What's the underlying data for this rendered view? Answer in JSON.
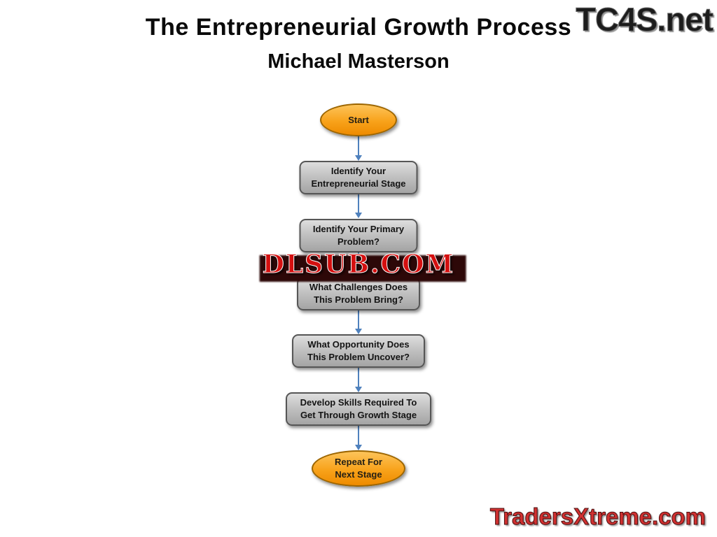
{
  "title": "The Entrepreneurial Growth Process",
  "subtitle": "Michael Masterson",
  "watermarks": {
    "top_right": "TC4S.net",
    "center": "DLSUB.COM",
    "bottom_right": "TradersXtreme.com"
  },
  "colors": {
    "arrow_blue": "#4f81bd",
    "terminator_fill": "#f8a21a",
    "terminator_border": "#9c6500",
    "process_fill": "#bfbfbf",
    "process_border": "#565656",
    "watermark_red": "#d40f0f"
  },
  "flowchart": {
    "nodes": [
      {
        "type": "terminator",
        "label": "Start"
      },
      {
        "type": "process",
        "label": "Identify Your\nEntrepreneurial Stage"
      },
      {
        "type": "process",
        "label": "Identify Your Primary\nProblem?"
      },
      {
        "type": "process",
        "label": "What Challenges Does\nThis Problem Bring?"
      },
      {
        "type": "process",
        "label": "What Opportunity Does\nThis Problem Uncover?"
      },
      {
        "type": "process",
        "label": "Develop Skills Required To\nGet Through Growth Stage"
      },
      {
        "type": "terminator",
        "label": "Repeat For\nNext Stage"
      }
    ]
  }
}
